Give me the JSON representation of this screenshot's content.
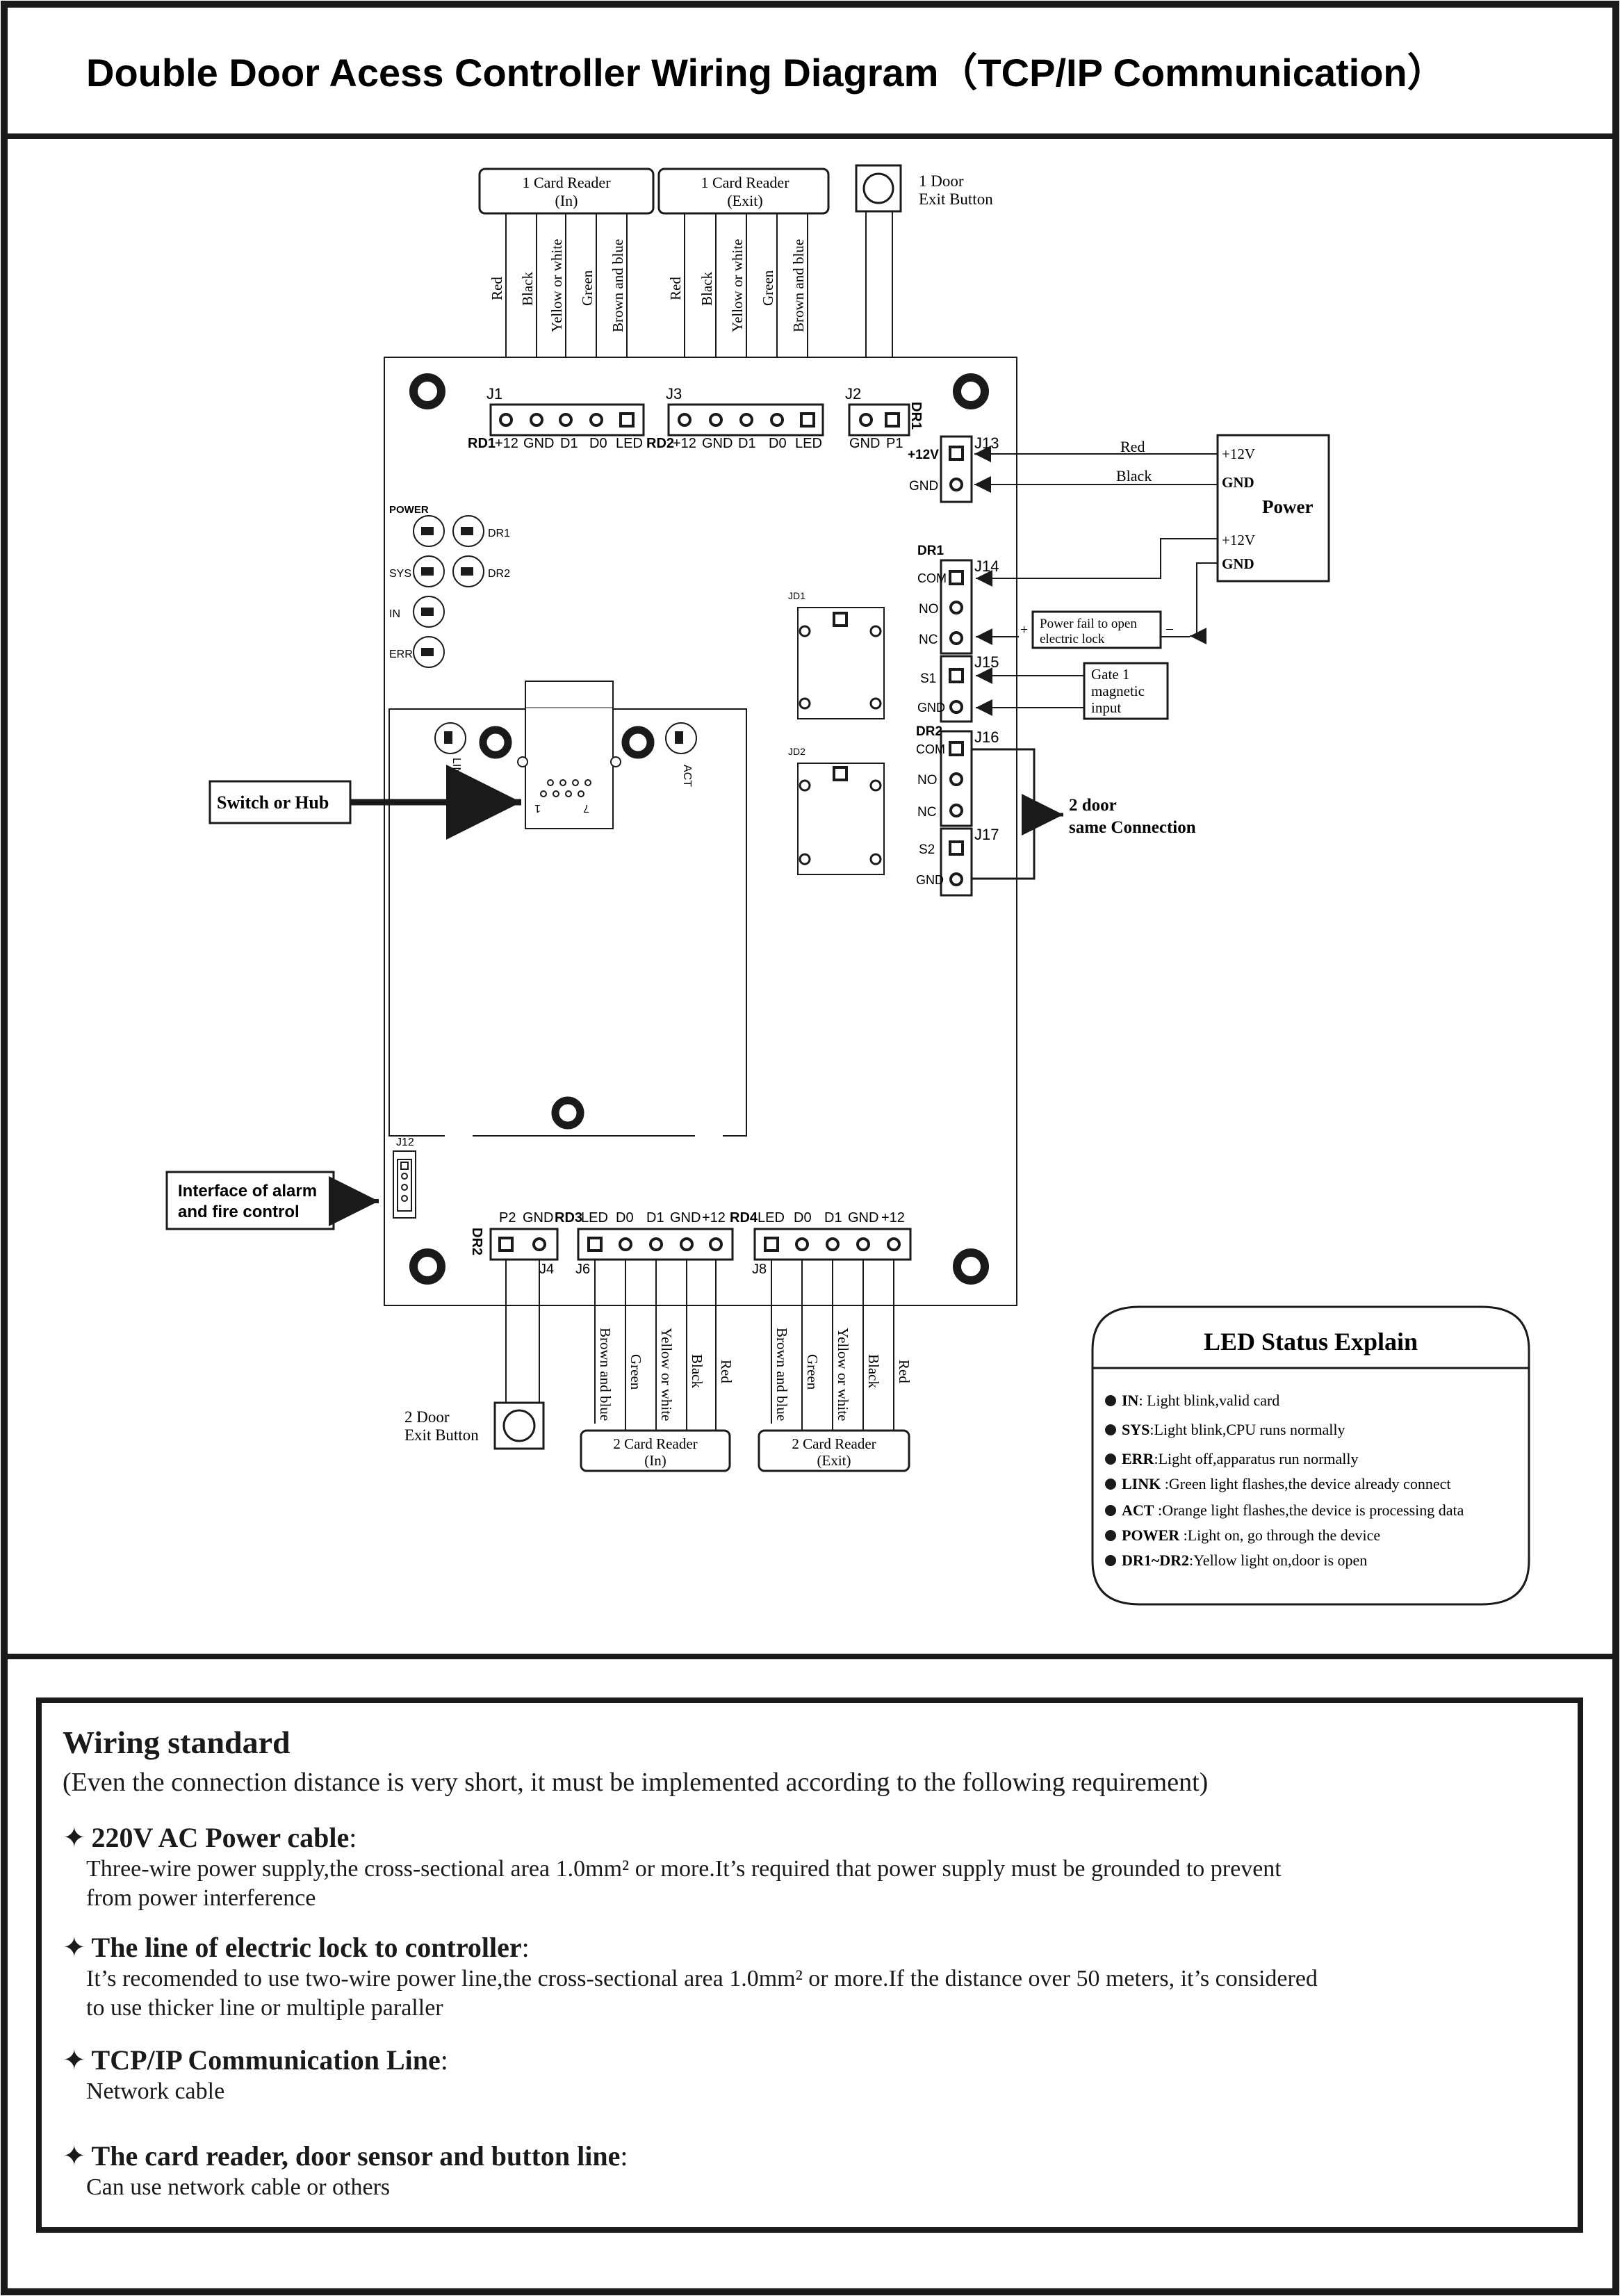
{
  "title": "Double Door Acess Controller Wiring Diagram（TCP/IP  Communication）",
  "readers": {
    "r1_in": {
      "line1": "1 Card Reader",
      "line2": "(In)"
    },
    "r1_exit": {
      "line1": "1 Card Reader",
      "line2": "(Exit)"
    },
    "r2_in": {
      "line1": "2 Card Reader",
      "line2": "(In)"
    },
    "r2_exit": {
      "line1": "2 Card Reader",
      "line2": "(Exit)"
    }
  },
  "wires": {
    "red": "Red",
    "black": "Black",
    "yellow": "Yellow or white",
    "green": "Green",
    "brown": "Brown and blue"
  },
  "exit_buttons": {
    "door1_line1": "1 Door",
    "door1_line2": "Exit Button",
    "door2_line1": "2 Door",
    "door2_line2": "Exit Button"
  },
  "connectors": {
    "j1": "J1",
    "j2": "J2",
    "j3": "J3",
    "j4": "J4",
    "j6": "J6",
    "j8": "J8",
    "j12": "J12",
    "j13": "J13",
    "j14": "J14",
    "j15": "J15",
    "j16": "J16",
    "j17": "J17",
    "jd1": "JD1",
    "jd2": "JD2"
  },
  "pins": {
    "rd1": "RD1",
    "rd2": "RD2",
    "rd3": "RD3",
    "rd4": "RD4",
    "dr1": "DR1",
    "dr2": "DR2",
    "p12": "+12",
    "gnd": "GND",
    "d1": "D1",
    "d0": "D0",
    "led": "LED",
    "p1": "P1",
    "p2": "P2",
    "v12": "+12V",
    "com": "COM",
    "no": "NO",
    "nc": "NC",
    "s1": "S1",
    "s2": "S2"
  },
  "leds": {
    "power": "POWER",
    "dr1": "DR1",
    "dr2": "DR2",
    "sys": "SYS",
    "in": "IN",
    "err": "ERR",
    "link": "LINK",
    "act": "ACT"
  },
  "power_box": {
    "v1": "+12V",
    "g1": "GND",
    "label": "Power",
    "v2": "+12V",
    "g2": "GND",
    "wire_red": "Red",
    "wire_black": "Black"
  },
  "power_fail": {
    "line1": "Power fail to open",
    "line2": "electric lock",
    "plus": "+",
    "minus": "–"
  },
  "gate": {
    "line1": "Gate 1",
    "line2": "magnetic",
    "line3": "input"
  },
  "door2_same": {
    "line1": "2 door",
    "line2": "same Connection"
  },
  "switch_hub": "Switch or Hub",
  "rj45_pins": {
    "p1": "1",
    "p7": "7"
  },
  "alarm": {
    "line1": "Interface of alarm",
    "line2": "and fire control"
  },
  "led_status": {
    "title": "LED Status Explain",
    "items": [
      {
        "key": "IN",
        "text": ": Light blink,valid card"
      },
      {
        "key": "SYS",
        "text": ":Light blink,CPU runs normally"
      },
      {
        "key": "ERR",
        "text": ":Light off,apparatus run normally"
      },
      {
        "key": "LINK",
        "text": " :Green light flashes,the device already connect"
      },
      {
        "key": "ACT",
        "text": " :Orange light flashes,the device is processing data"
      },
      {
        "key": "POWER",
        "text": " :Light on, go through the device"
      },
      {
        "key": "DR1~DR2",
        "text": ":Yellow light on,door is open"
      }
    ]
  },
  "wiring": {
    "title": "Wiring standard",
    "subtitle": "(Even the connection distance  is very short, it must be implemented  according to the following requirement)",
    "items": [
      {
        "head": "220V AC Power cable",
        "body1": "Three-wire power supply,the cross-sectional area 1.0mm² or more.It’s required that power supply must be grounded to prevent",
        "body2": "from power interference"
      },
      {
        "head": "The line of electric lock to controller",
        "body1": "It’s recomended to use two-wire power line,the cross-sectional area 1.0mm²  or more.If the distance over 50 meters, it’s considered",
        "body2": "to use  thicker line or multiple paraller"
      },
      {
        "head": "TCP/IP  Communication Line",
        "body1": "Network cable",
        "body2": ""
      },
      {
        "head": "The card reader, door sensor and button line",
        "body1": "Can use network cable or others",
        "body2": ""
      }
    ]
  }
}
